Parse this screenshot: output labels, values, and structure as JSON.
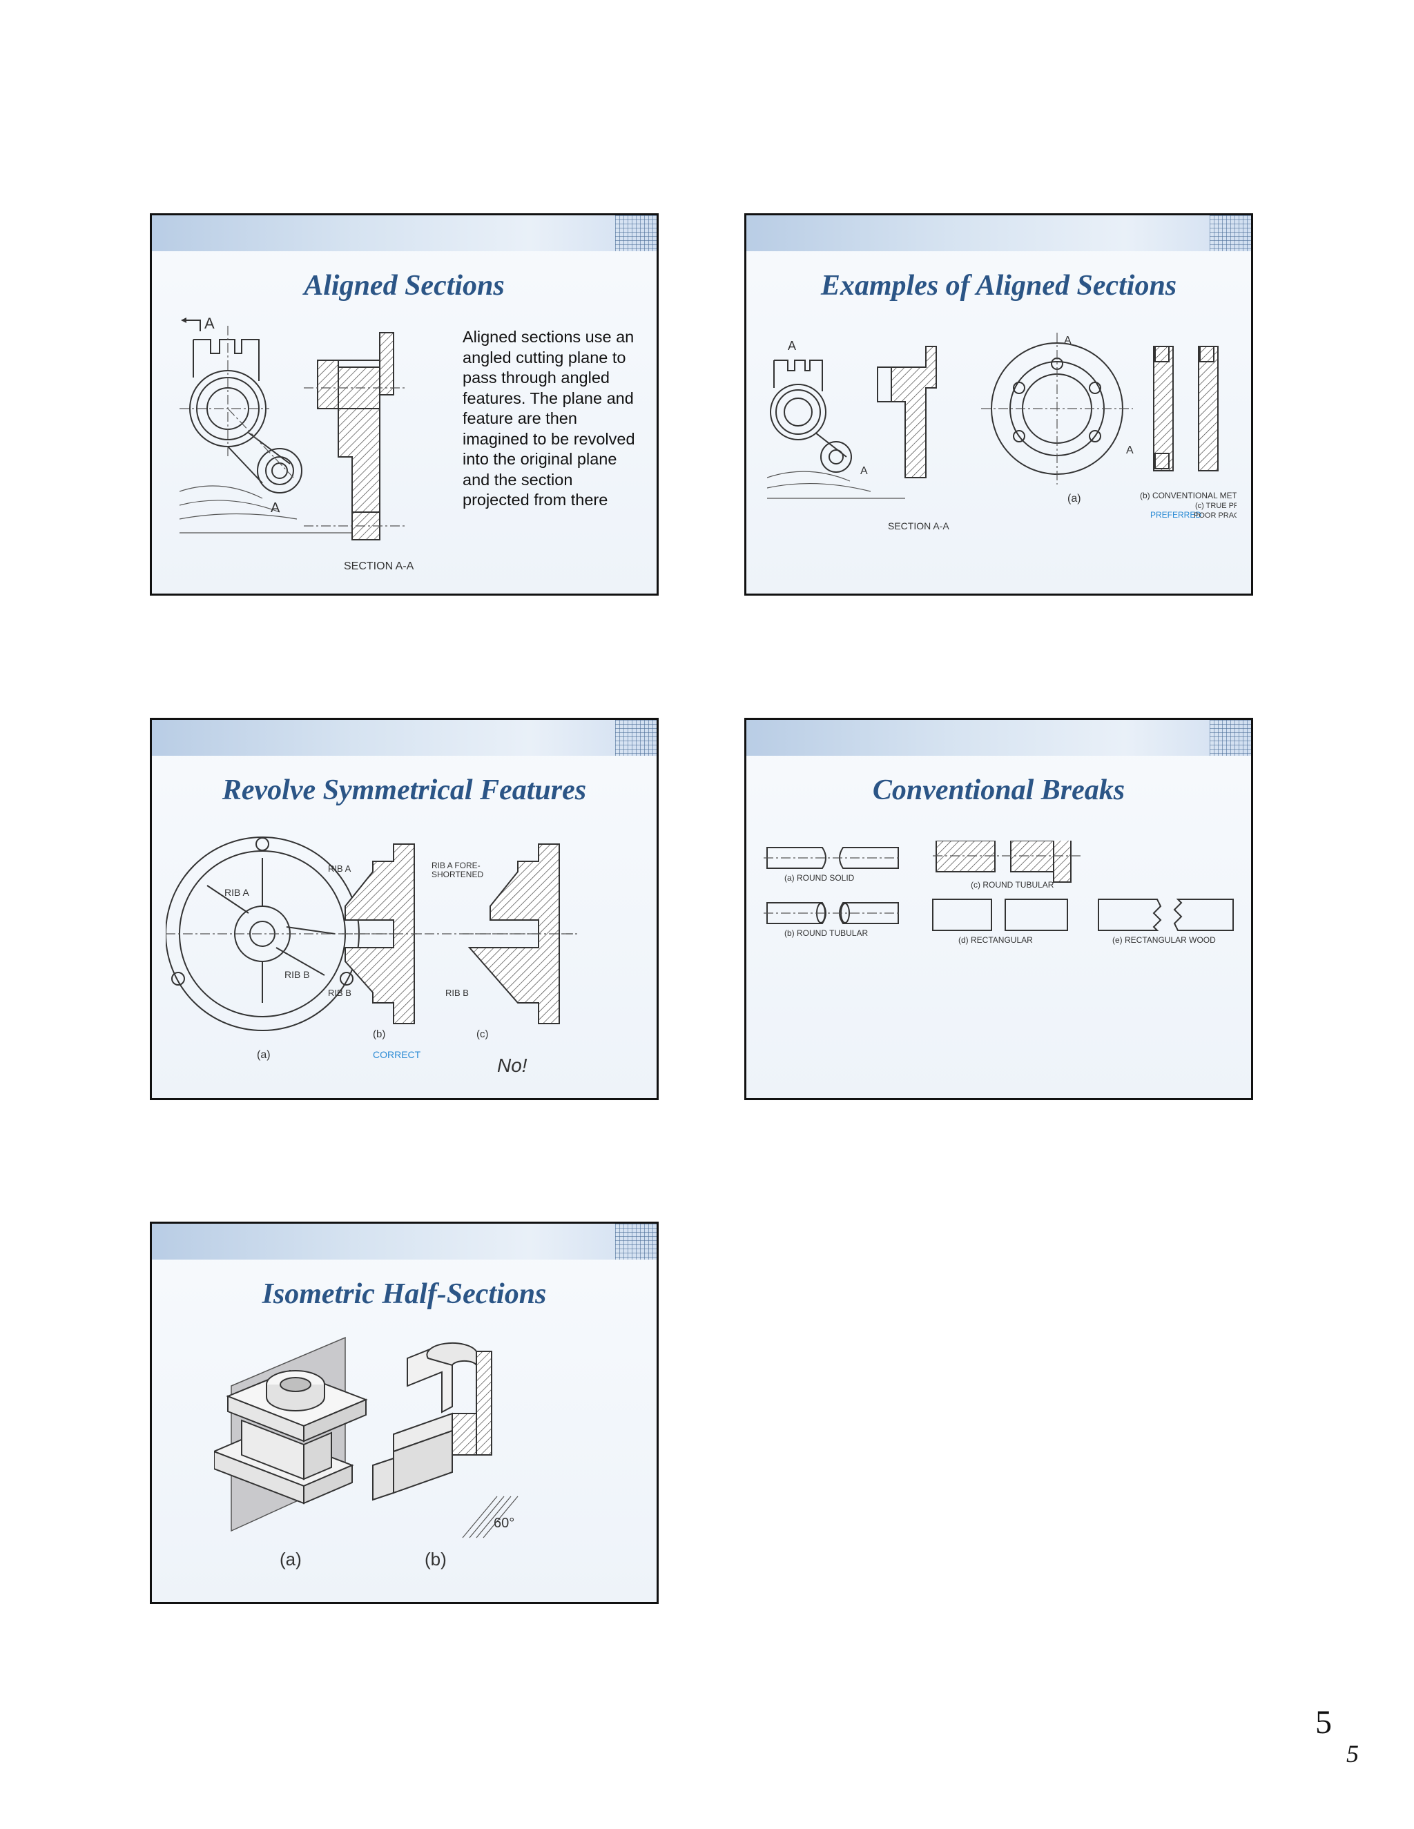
{
  "slides": [
    {
      "title": "Aligned Sections",
      "body": "Aligned sections use an angled cutting plane to pass through angled features. The plane and feature are then imagined  to be revolved into the original plane and the section projected from there",
      "labels": [
        "A",
        "A",
        "SECTION A-A"
      ]
    },
    {
      "title": "Examples of Aligned Sections",
      "labels": [
        "A",
        "A",
        "SECTION A-A",
        "A",
        "A",
        "(a)",
        "(b) CONVENTIONAL METHOD",
        "PREFERRED",
        "(c) TRUE PROJECTION",
        "POOR PRACTICE"
      ]
    },
    {
      "title": "Revolve Symmetrical Features",
      "labels": [
        "RIB A",
        "RIB B",
        "(a)",
        "RIB A",
        "RIB B",
        "(b)",
        "CORRECT",
        "RIB A FORE-",
        "SHORTENED",
        "RIB B",
        "(c)",
        "No!"
      ]
    },
    {
      "title": "Conventional Breaks",
      "labels": [
        "(a) ROUND SOLID",
        "(c) ROUND TUBULAR",
        "(b) ROUND TUBULAR",
        "(d) RECTANGULAR",
        "(e) RECTANGULAR WOOD"
      ]
    },
    {
      "title": "Isometric Half-Sections",
      "labels": [
        "(a)",
        "(b)",
        "60°"
      ]
    }
  ],
  "page_number": "5",
  "page_number_italic": "5",
  "colors": {
    "title": "#2b5586",
    "accent_label": "#2a8ad4"
  }
}
